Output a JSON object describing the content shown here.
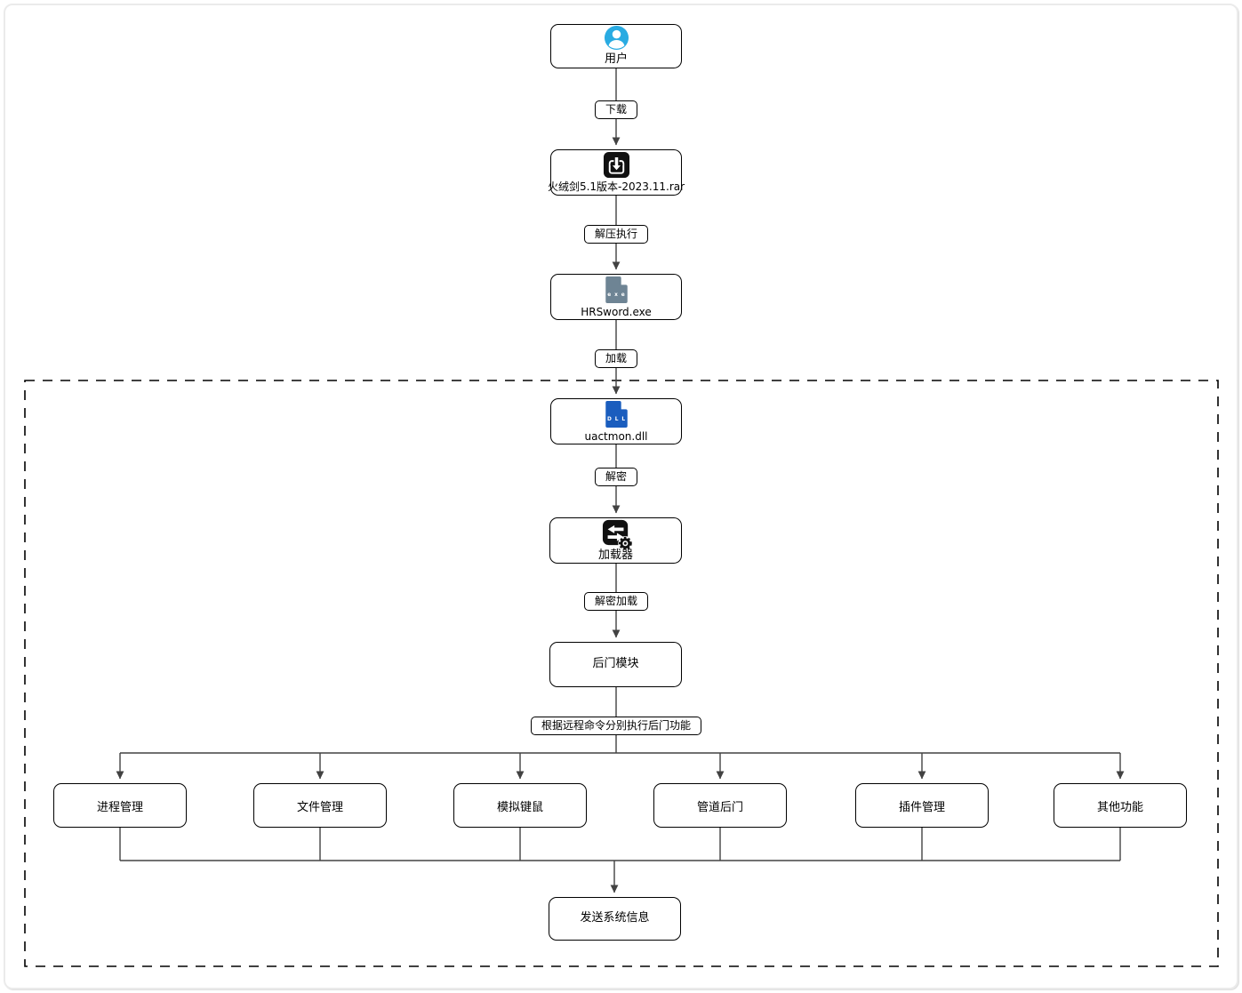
{
  "flow": {
    "nodes": {
      "user": {
        "label": "用户",
        "icon": "user-icon"
      },
      "rar": {
        "label": "火绒剑5.1版本-2023.11.rar",
        "icon": "download-icon"
      },
      "exe": {
        "label": "HRSword.exe",
        "icon": "exe-file-icon",
        "icon_text": "e x e"
      },
      "dll": {
        "label": "uactmon.dll",
        "icon": "dll-file-icon",
        "icon_text": "D L L"
      },
      "loader": {
        "label": "加载器",
        "icon": "transfer-gear-icon"
      },
      "backdoor": {
        "label": "后门模块"
      },
      "send_info": {
        "label": "发送系统信息"
      }
    },
    "edge_labels": {
      "download": "下载",
      "extract_run": "解压执行",
      "load": "加载",
      "decrypt": "解密",
      "decrypt_load": "解密加载",
      "branch_note": "根据远程命令分别执行后门功能"
    },
    "branches": [
      {
        "label": "进程管理"
      },
      {
        "label": "文件管理"
      },
      {
        "label": "模拟键鼠"
      },
      {
        "label": "管道后门"
      },
      {
        "label": "插件管理"
      },
      {
        "label": "其他功能"
      }
    ],
    "colors": {
      "user_icon_blue": "#29abe2",
      "exe_icon_slate": "#6e8494",
      "dll_icon_blue": "#1a5dbe",
      "icon_black": "#111111",
      "line": "#424242",
      "dashed_border": "#000000",
      "card_border": "#ebebeb"
    }
  }
}
